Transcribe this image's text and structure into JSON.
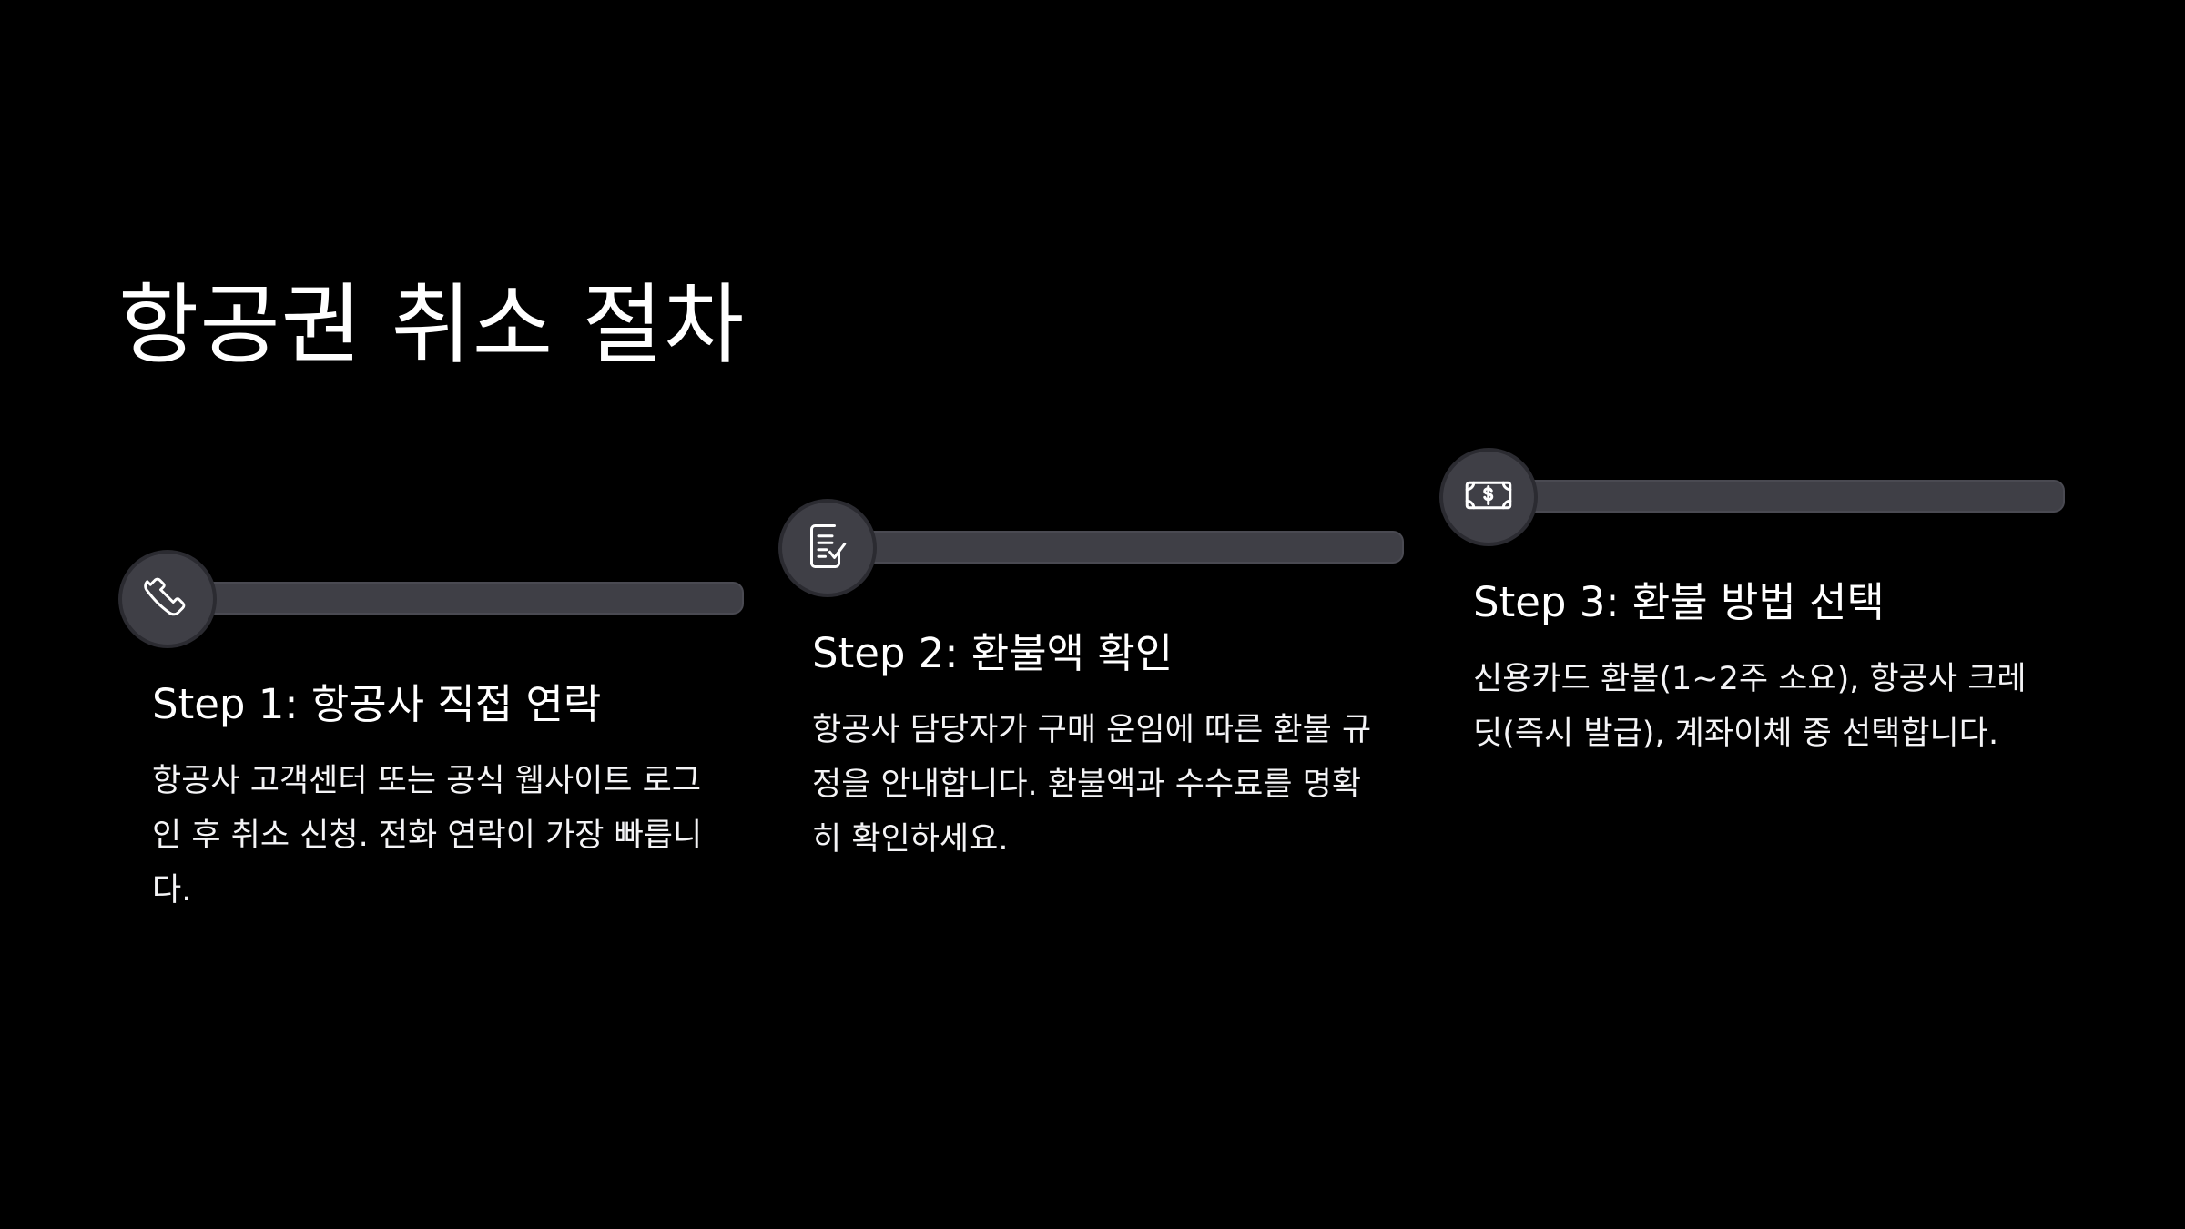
{
  "title": "항공권 취소 절차",
  "steps": [
    {
      "icon": "phone-icon",
      "heading": "Step 1: 항공사 직접 연락",
      "body": "항공사 고객센터 또는 공식 웹사이트 로그인 후 취소 신청. 전화 연락이 가장 빠릅니다."
    },
    {
      "icon": "document-check-icon",
      "heading": "Step 2: 환불액 확인",
      "body": "항공사 담당자가 구매 운임에 따른 환불 규정을 안내합니다. 환불액과 수수료를 명확히 확인하세요."
    },
    {
      "icon": "money-bill-icon",
      "heading": "Step 3: 환불 방법 선택",
      "body": "신용카드 환불(1~2주 소요), 항공사 크레딧(즉시 발급), 계좌이체 중 선택합니다."
    }
  ],
  "colors": {
    "background": "#000000",
    "track": "#3f3f46",
    "icon_circle": "#3f3f46",
    "text": "#ffffff"
  }
}
